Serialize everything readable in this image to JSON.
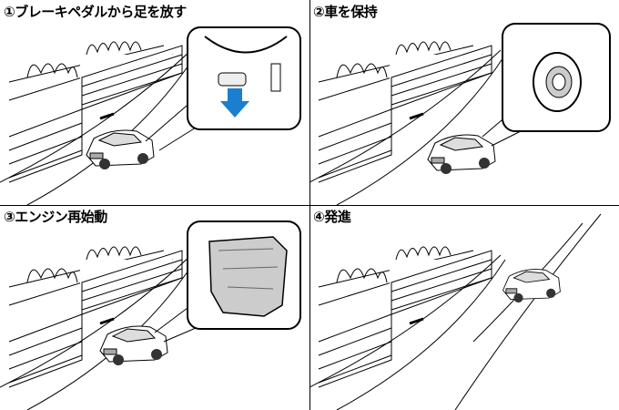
{
  "steps": [
    {
      "label": "①ブレーキペダルから足を放す"
    },
    {
      "label": "②車を保持"
    },
    {
      "label": "③エンジン再始動"
    },
    {
      "label": "④発進"
    }
  ],
  "colors": {
    "arrow": "#1a7fd0",
    "line": "#000000"
  }
}
